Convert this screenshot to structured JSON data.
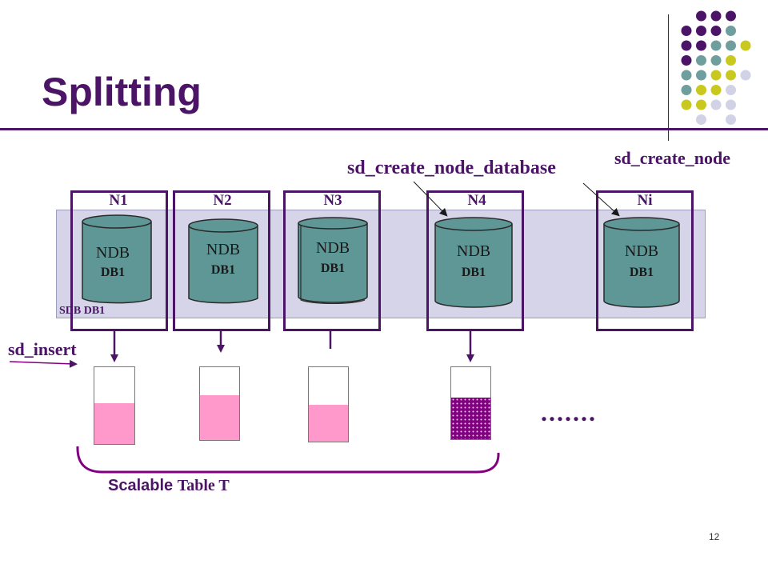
{
  "title": "Splitting",
  "labels": {
    "create_node": "sd_create_node",
    "create_node_database": "sd_create_node_database",
    "insert": "sd_insert",
    "sdb": "SDB DB1",
    "ellipsis": ".......",
    "caption_part1": "Scalable ",
    "caption_part2": "Table T",
    "page_number": "12"
  },
  "nodes": [
    {
      "name": "N1",
      "db_type": "NDB",
      "db_name": "DB1"
    },
    {
      "name": "N2",
      "db_type": "NDB",
      "db_name": "DB1"
    },
    {
      "name": "N3",
      "db_type": "NDB",
      "db_name": "DB1"
    },
    {
      "name": "N4",
      "db_type": "NDB",
      "db_name": "DB1"
    },
    {
      "name": "Ni",
      "db_type": "NDB",
      "db_name": "DB1"
    }
  ],
  "buckets": [
    {
      "fill_fraction": 0.53,
      "pattern": "solid"
    },
    {
      "fill_fraction": 0.62,
      "pattern": "solid"
    },
    {
      "fill_fraction": 0.5,
      "pattern": "solid"
    },
    {
      "fill_fraction": 0.58,
      "pattern": "dotted"
    }
  ],
  "colors": {
    "accent": "#4b1466",
    "cylinder": "#5f9696",
    "band": "#d5d4e8",
    "fill_pink": "#ff99cc",
    "fill_dotted": "#800080",
    "dot_purple": "#4b1466",
    "dot_teal": "#6f9e9e",
    "dot_yellow": "#c8c81e",
    "dot_lavender": "#d2d2e6"
  }
}
